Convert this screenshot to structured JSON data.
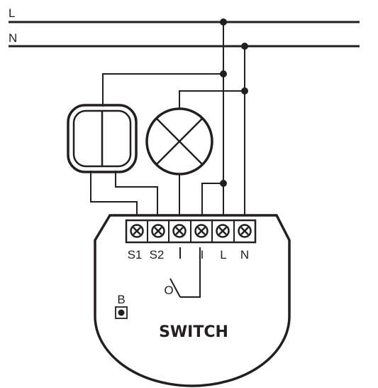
{
  "diagram": {
    "line_labels": {
      "live": "L",
      "neutral": "N"
    },
    "terminals": [
      "S1",
      "S2",
      "",
      "I",
      "L",
      "N"
    ],
    "switch_label": "O",
    "button_label": "B",
    "device_name": "SWITCH"
  },
  "colors": {
    "line": "#231f20",
    "background": "#ffffff"
  }
}
